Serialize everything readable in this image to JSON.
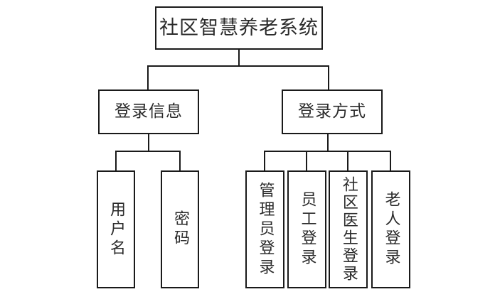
{
  "diagram": {
    "title": "社区智慧养老系统",
    "type": "hierarchy-tree",
    "root": {
      "label": "社区智慧养老系统"
    },
    "branches": [
      {
        "label": "登录信息",
        "children": [
          {
            "label": "用户名"
          },
          {
            "label": "密码"
          }
        ]
      },
      {
        "label": "登录方式",
        "children": [
          {
            "label": "管理员登录"
          },
          {
            "label": "员工登录"
          },
          {
            "label": "社区医生登录"
          },
          {
            "label": "老人登录"
          }
        ]
      }
    ],
    "colors": {
      "border": "#1a1a1a",
      "text": "#2b2b2b",
      "background": "#ffffff"
    }
  }
}
